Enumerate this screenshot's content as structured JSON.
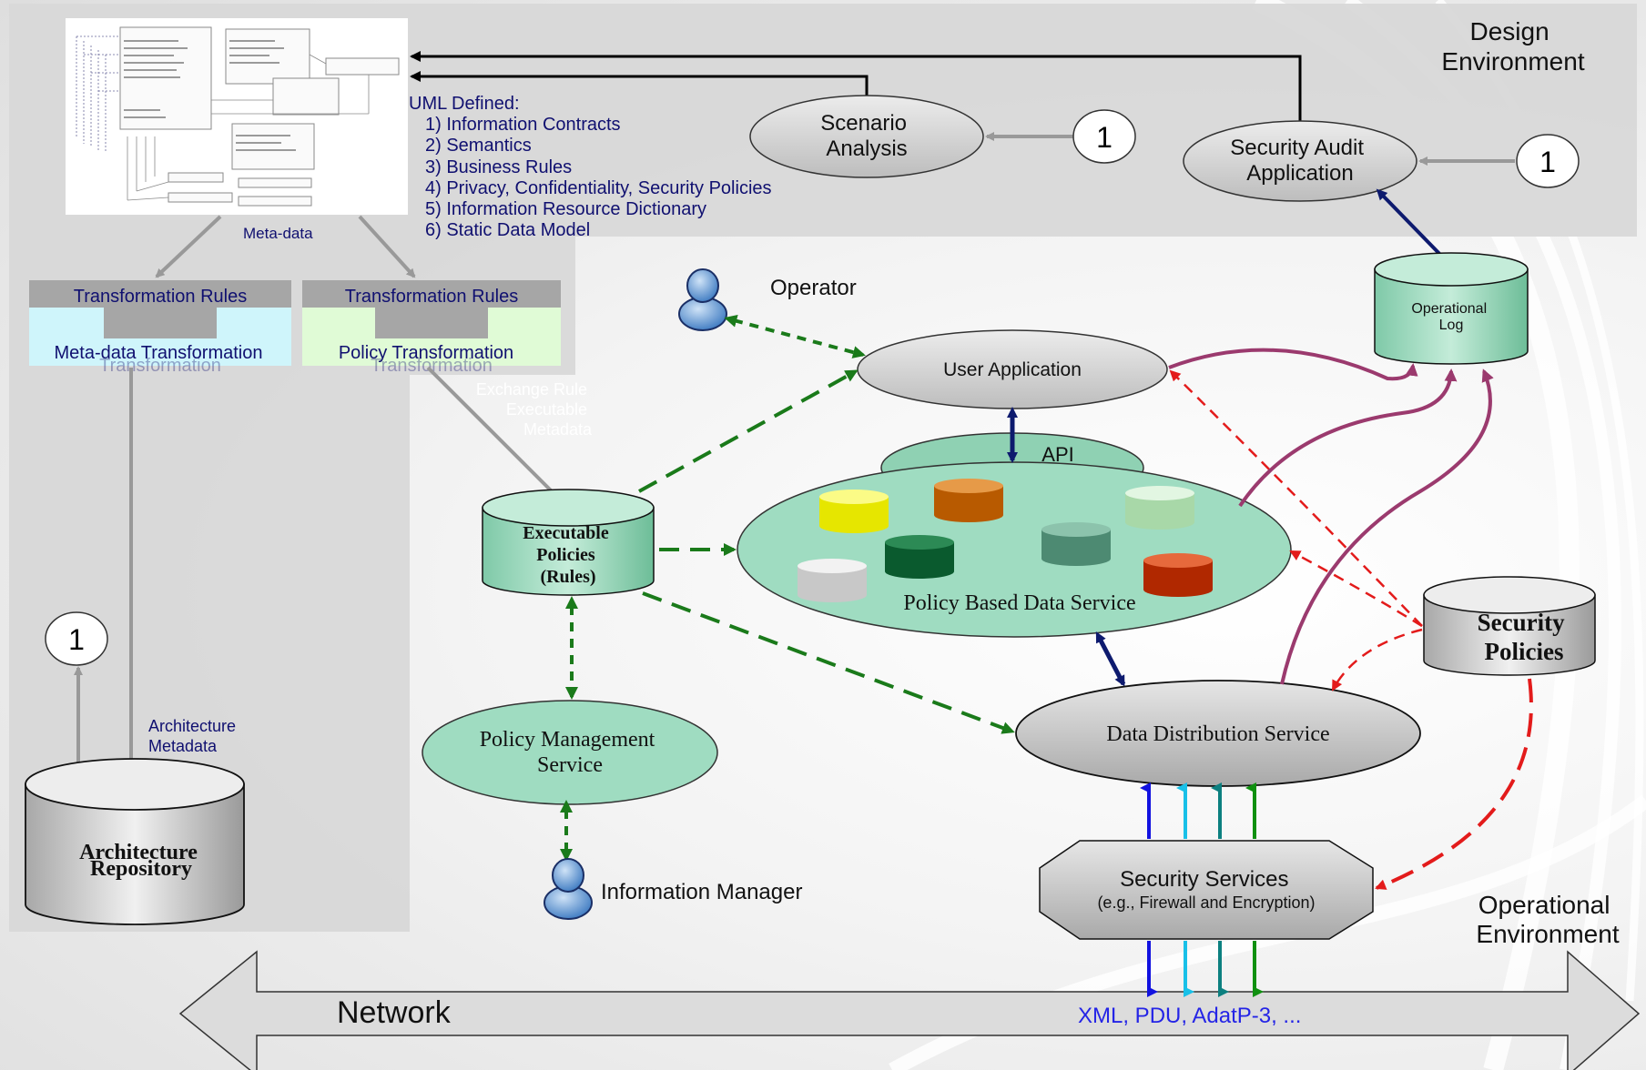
{
  "design_env": {
    "line1": "Design",
    "line2": "Environment"
  },
  "operational_env": {
    "line1": "Operational",
    "line2": "Environment"
  },
  "uml": {
    "title": "UML Defined:",
    "items": [
      "1) Information Contracts",
      "2) Semantics",
      "3) Business Rules",
      "4) Privacy, Confidentiality, Security Policies",
      "5) Information Resource Dictionary",
      "6) Static Data Model"
    ]
  },
  "metadata_label": "Meta-data",
  "transform_left": {
    "header": "Transformation Rules",
    "label": "Meta-data Transformation",
    "ghost": "Transformation"
  },
  "transform_right": {
    "header": "Transformation Rules",
    "label": "Policy Transformation",
    "ghost": "Transformation"
  },
  "faded_text": {
    "l1": "Exchange Rule",
    "l2": "Executable",
    "l3": "Metadata"
  },
  "scenario": {
    "line1": "Scenario",
    "line2": "Analysis"
  },
  "security_audit": {
    "line1": "Security Audit",
    "line2": "Application"
  },
  "markers": {
    "one": "1"
  },
  "operator": "Operator",
  "user_application": "User Application",
  "api": "API",
  "operational_log": {
    "line1": "Operational",
    "line2": "Log"
  },
  "executable_policies": {
    "line1": "Executable",
    "line2": "Policies",
    "line3": "(Rules)"
  },
  "policy_data_service": "Policy Based Data Service",
  "security_policies": {
    "line1": "Security",
    "line2": "Policies"
  },
  "policy_mgmt": {
    "line1": "Policy Management",
    "line2": "Service"
  },
  "info_manager": "Information Manager",
  "data_distribution": "Data Distribution Service",
  "security_services": {
    "line1": "Security Services",
    "line2": "(e.g., Firewall and Encryption)"
  },
  "architecture_metadata": {
    "line1": "Architecture",
    "line2": "Metadata"
  },
  "architecture_repo": {
    "line1": "Architecture",
    "line2": "Repository"
  },
  "network": "Network",
  "protocols": "XML, PDU, AdatP-3, ...",
  "colors": {
    "green_dash": "#1a7a1a",
    "purple": "#9b3a6e",
    "red": "#e31b1b",
    "navy": "#0d1a6e",
    "teal_fill": "#a6dcc4"
  }
}
